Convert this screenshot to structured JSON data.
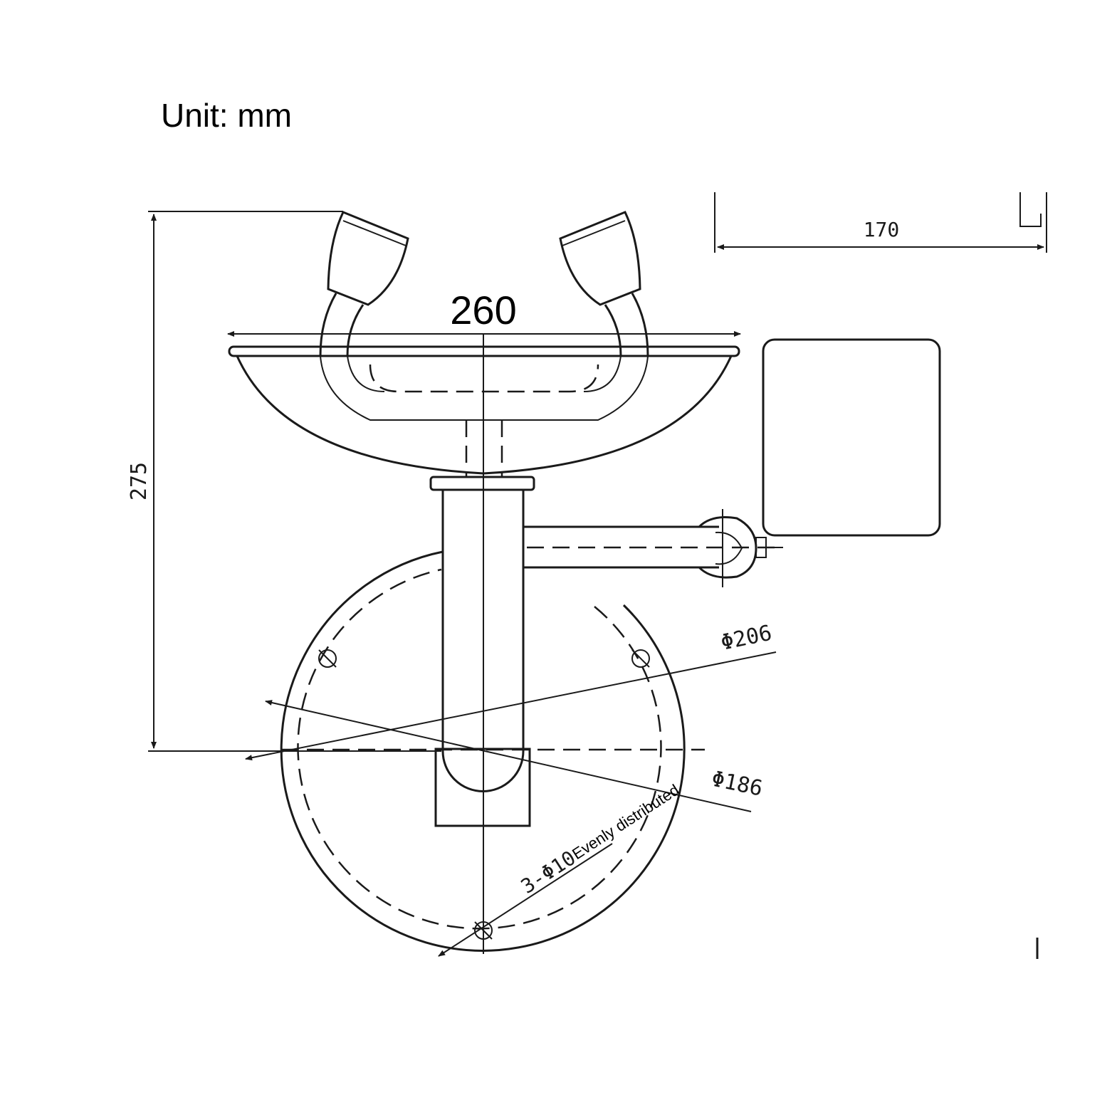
{
  "unit_label": "Unit: mm",
  "dimensions": {
    "bowl_width": "260",
    "height": "275",
    "depth": "170",
    "outer_diameter": "Φ206",
    "bolt_circle": "Φ186",
    "holes": "3-Φ10",
    "holes_note": "Evenly distributed"
  },
  "colors": {
    "line": "#1a1a1a",
    "background": "#ffffff"
  }
}
